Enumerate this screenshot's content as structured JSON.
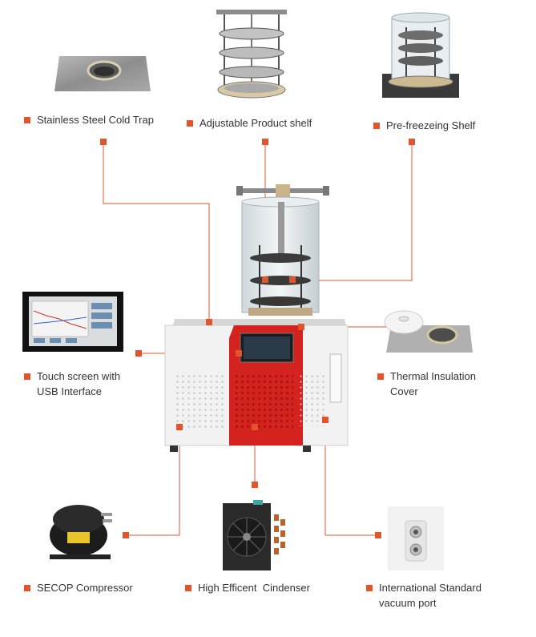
{
  "accent_color": "#e2542c",
  "features": [
    {
      "id": "cold-trap",
      "label": "Stainless Steel Cold Trap"
    },
    {
      "id": "product-shelf",
      "label": "Adjustable Product shelf"
    },
    {
      "id": "prefreezing-shelf",
      "label": "Pre-freezeing Shelf"
    },
    {
      "id": "touch-screen",
      "label_line1": "Touch screen with",
      "label_line2": "USB Interface"
    },
    {
      "id": "insulation-cover",
      "label_line1": "Thermal Insulation",
      "label_line2": "Cover"
    },
    {
      "id": "compressor",
      "label": "SECOP Compressor"
    },
    {
      "id": "condenser",
      "label": "High Efficent  Cindenser"
    },
    {
      "id": "vacuum-port",
      "label_line1": "International Standard",
      "label_line2": "vacuum port"
    }
  ],
  "images": {
    "cold_trap": "cold-trap-photo",
    "product_shelf": "product-shelf-photo",
    "prefreezing_shelf": "prefreezing-shelf-photo",
    "touch_screen": "touch-screen-photo",
    "insulation_cover": "insulation-cover-photo",
    "compressor": "compressor-photo",
    "condenser": "condenser-photo",
    "vacuum_port": "vacuum-port-photo",
    "machine": "freeze-dryer-machine"
  }
}
